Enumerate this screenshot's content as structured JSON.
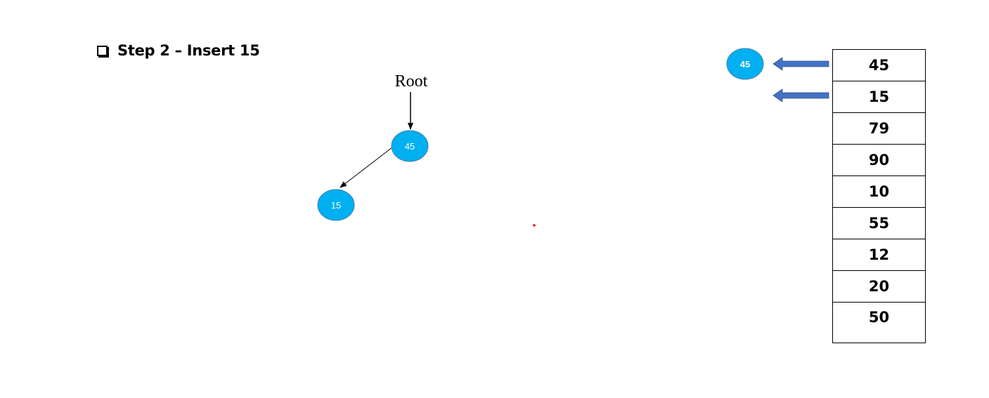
{
  "heading": "Step 2 – Insert 15",
  "root_label": "Root",
  "tree": {
    "root": {
      "value": "45"
    },
    "left_child": {
      "value": "15"
    }
  },
  "queue_node": "45",
  "array": [
    "45",
    "15",
    "79",
    "90",
    "10",
    "55",
    "12",
    "20",
    "50"
  ],
  "colors": {
    "node_fill": "#00B0F0",
    "node_stroke": "#4A7EB5",
    "pointer_arrow": "#4472C4",
    "marker_dot": "#FF0000"
  }
}
